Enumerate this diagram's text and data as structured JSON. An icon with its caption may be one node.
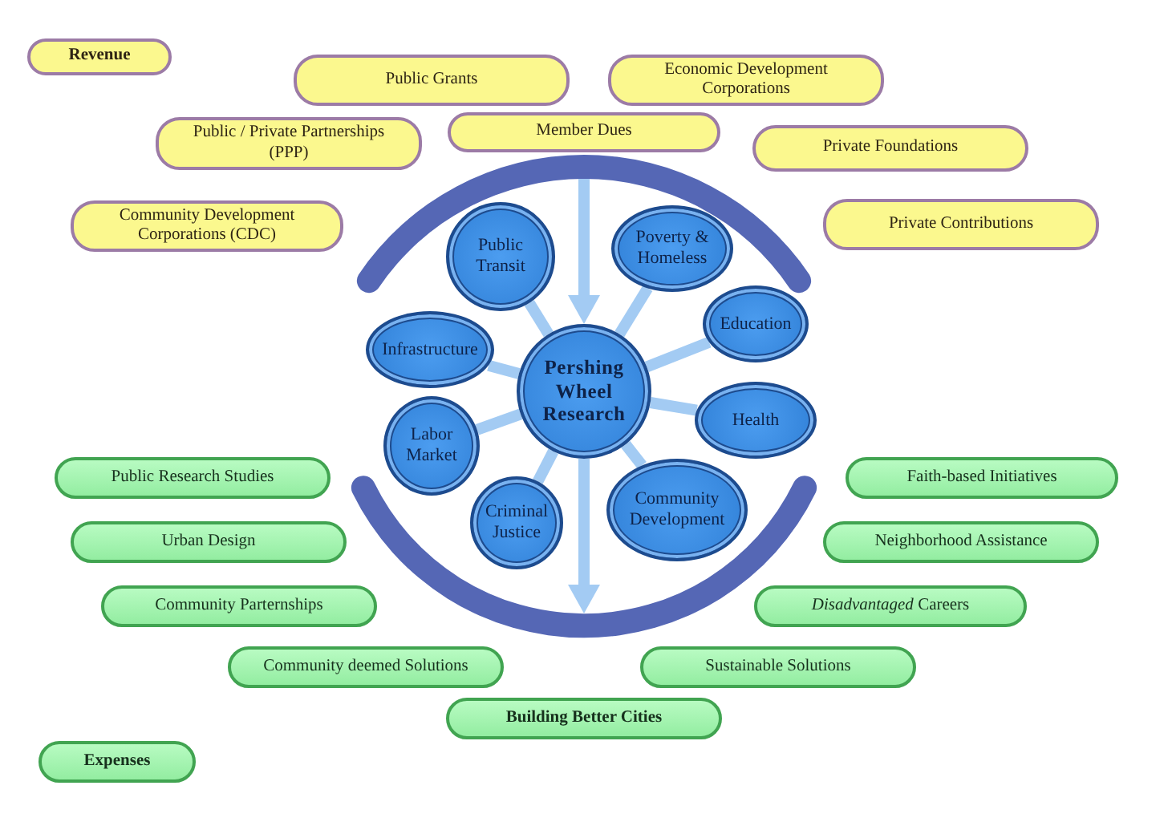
{
  "diagram": {
    "nodes": [
      {
        "text": [
          "Revenue"
        ]
      },
      {
        "text": [
          "Public Grants"
        ]
      },
      {
        "text": [
          "Economic Development Corporations"
        ]
      },
      {
        "text": [
          "Public / Private Partnerships (PPP)"
        ]
      },
      {
        "text": [
          "Member Dues"
        ]
      },
      {
        "text": [
          "Private Foundations"
        ]
      },
      {
        "text": [
          "Community Development Corporations (CDC)"
        ]
      },
      {
        "text": [
          "Private Contributions"
        ]
      },
      {
        "text": [
          "Public Transit"
        ]
      },
      {
        "text": [
          "Poverty & Homeless"
        ]
      },
      {
        "text": [
          "Education"
        ]
      },
      {
        "text": [
          "Infrastructure"
        ]
      },
      {
        "text": [
          "Pershing Wheel Research"
        ]
      },
      {
        "text": [
          "Health"
        ]
      },
      {
        "text": [
          "Labor Market"
        ]
      },
      {
        "text": [
          "Community Development"
        ]
      },
      {
        "text": [
          "Criminal Justice"
        ]
      },
      {
        "text": [
          "Public Research Studies"
        ]
      },
      {
        "text": [
          "Faith-based Initiatives"
        ]
      },
      {
        "text": [
          "Urban Design"
        ]
      },
      {
        "text": [
          "Neighborhood Assistance"
        ]
      },
      {
        "text": [
          "Community Parternships"
        ]
      },
      {
        "text": [
          "*Disadvantaged* Careers"
        ]
      },
      {
        "text": [
          "Community deemed Solutions"
        ]
      },
      {
        "text": [
          "Sustainable Solutions"
        ]
      },
      {
        "text": [
          "Building Better Cities"
        ]
      },
      {
        "text": [
          "Expenses"
        ]
      },
      {
        "text": [],
        "shape": "arc"
      },
      {
        "text": [],
        "shape": "arc"
      }
    ],
    "edges": [
      {
        "from": 27,
        "to": 12,
        "arrow": "to"
      },
      {
        "from": 12,
        "to": 8,
        "arrow": "none"
      },
      {
        "from": 12,
        "to": 9,
        "arrow": "none"
      },
      {
        "from": 12,
        "to": 10,
        "arrow": "none"
      },
      {
        "from": 12,
        "to": 11,
        "arrow": "none"
      },
      {
        "from": 12,
        "to": 13,
        "arrow": "none"
      },
      {
        "from": 12,
        "to": 14,
        "arrow": "none"
      },
      {
        "from": 12,
        "to": 15,
        "arrow": "none"
      },
      {
        "from": 12,
        "to": 16,
        "arrow": "none"
      },
      {
        "from": 12,
        "to": 28,
        "arrow": "to"
      }
    ]
  }
}
